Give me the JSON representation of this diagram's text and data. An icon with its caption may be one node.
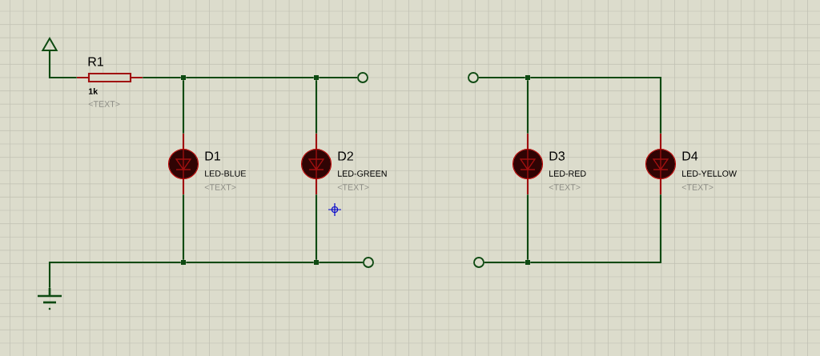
{
  "diagram": {
    "nodes": [
      {
        "text": [],
        "shape": "triangle"
      },
      {
        "text": [
          "R1",
          "1k",
          "<TEXT>"
        ]
      },
      {
        "text": [],
        "shape": "dot"
      },
      {
        "text": [],
        "shape": "dot"
      },
      {
        "text": [],
        "shape": "circle"
      },
      {
        "text": [
          "D1",
          "LED-BLUE",
          "<TEXT>"
        ]
      },
      {
        "text": [
          "D2",
          "LED-GREEN",
          "<TEXT>"
        ]
      },
      {
        "text": [],
        "shape": "dot"
      },
      {
        "text": [],
        "shape": "dot"
      },
      {
        "text": [],
        "shape": "circle"
      },
      {
        "text": [],
        "shape": "ground"
      },
      {
        "text": [],
        "shape": "circle"
      },
      {
        "text": [],
        "shape": "dot"
      },
      {
        "text": [
          "D3",
          "LED-RED",
          "<TEXT>"
        ]
      },
      {
        "text": [
          "D4",
          "LED-YELLOW",
          "<TEXT>"
        ]
      },
      {
        "text": [],
        "shape": "circle"
      },
      {
        "text": [],
        "shape": "dot"
      }
    ],
    "edges": [
      {
        "from": 0,
        "to": 1,
        "arrow": "none"
      },
      {
        "from": 1,
        "to": 2,
        "arrow": "none"
      },
      {
        "from": 2,
        "to": 3,
        "arrow": "none"
      },
      {
        "from": 3,
        "to": 4,
        "arrow": "none"
      },
      {
        "from": 2,
        "to": 5,
        "arrow": "none"
      },
      {
        "from": 3,
        "to": 6,
        "arrow": "none"
      },
      {
        "from": 5,
        "to": 7,
        "arrow": "none"
      },
      {
        "from": 6,
        "to": 8,
        "arrow": "none"
      },
      {
        "from": 10,
        "to": 7,
        "arrow": "none"
      },
      {
        "from": 7,
        "to": 8,
        "arrow": "none"
      },
      {
        "from": 8,
        "to": 9,
        "arrow": "none"
      },
      {
        "from": 11,
        "to": 12,
        "arrow": "none"
      },
      {
        "from": 12,
        "to": 14,
        "arrow": "none"
      },
      {
        "from": 12,
        "to": 13,
        "arrow": "none"
      },
      {
        "from": 13,
        "to": 16,
        "arrow": "none"
      },
      {
        "from": 14,
        "to": 16,
        "arrow": "none"
      },
      {
        "from": 15,
        "to": 16,
        "arrow": "none"
      }
    ]
  }
}
